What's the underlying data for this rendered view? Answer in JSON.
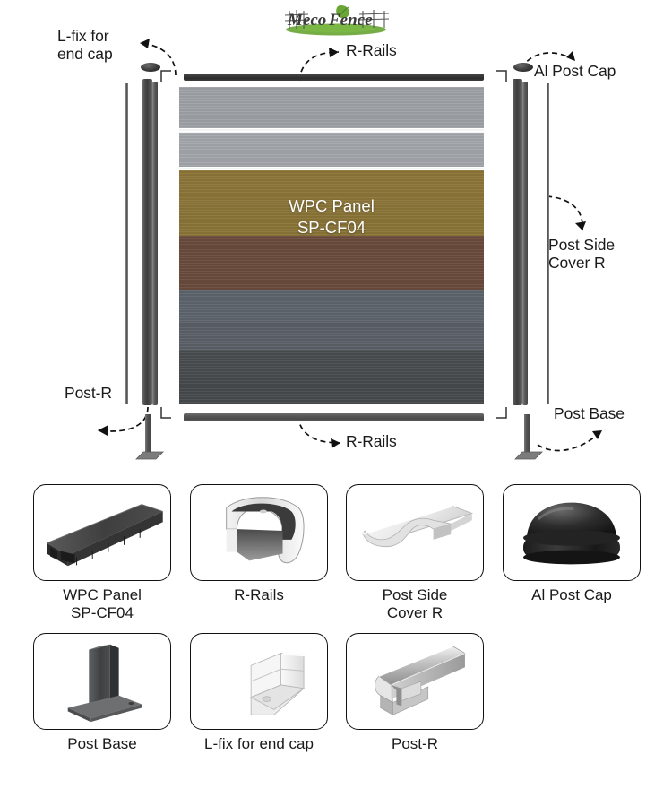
{
  "brand": {
    "name": "MecoFence",
    "part_meco": "Meco",
    "part_fence": "Fence",
    "leaf_color": "#6aa637",
    "grass_color": "#6aa637",
    "text_color": "#2f2f2f"
  },
  "diagram": {
    "labels": [
      {
        "id": "l-fix-for-end-cap",
        "text": "L-fix for\nend cap"
      },
      {
        "id": "r-rails-top",
        "text": "R-Rails"
      },
      {
        "id": "al-post-cap",
        "text": "Al Post Cap"
      },
      {
        "id": "post-side-cover-r",
        "text": "Post Side\nCover R"
      },
      {
        "id": "post-r",
        "text": "Post-R"
      },
      {
        "id": "r-rails-bottom",
        "text": "R-Rails"
      },
      {
        "id": "post-base",
        "text": "Post Base"
      }
    ],
    "panel": {
      "caption_line1": "WPC Panel",
      "caption_line2": "SP-CF04",
      "caption_color": "#ffffff",
      "bands": [
        {
          "name": "light-grey-upper",
          "color": "#9ea2a6",
          "height": 46
        },
        {
          "name": "gap-1",
          "color": "#ffffff",
          "height": 5
        },
        {
          "name": "light-grey-lower",
          "color": "#a3a7ac",
          "height": 38
        },
        {
          "name": "gap-2",
          "color": "#ffffff",
          "height": 4
        },
        {
          "name": "gold-upper",
          "color": "#8d7538",
          "height": 35
        },
        {
          "name": "gold-lower",
          "color": "#8a7437",
          "height": 38
        },
        {
          "name": "brown",
          "color": "#6a4b3c",
          "height": 61
        },
        {
          "name": "blue-grey-upper",
          "color": "#5d646c",
          "height": 35
        },
        {
          "name": "blue-grey-lower",
          "color": "#5b6068",
          "height": 31
        },
        {
          "name": "dark-grey-upper",
          "color": "#494c4e",
          "height": 31
        },
        {
          "name": "dark-grey-lower",
          "color": "#474a4c",
          "height": 37
        }
      ]
    },
    "rails": {
      "top_color": "#323232",
      "bottom_color": "#565656"
    },
    "posts": {
      "body_color": "#454545",
      "cap_color": "#2b2b2b",
      "base_color": "#6a6a6a"
    }
  },
  "parts_gallery": {
    "row1": [
      {
        "id": "wpc-panel-sp-cf04",
        "icon": "wpc-panel-icon",
        "label": "WPC Panel\nSP-CF04"
      },
      {
        "id": "r-rails",
        "icon": "r-rails-icon",
        "label": "R-Rails"
      },
      {
        "id": "post-side-cover-r",
        "icon": "post-side-cover-icon",
        "label": "Post Side\nCover R"
      },
      {
        "id": "al-post-cap",
        "icon": "al-post-cap-icon",
        "label": "Al Post Cap"
      }
    ],
    "row2": [
      {
        "id": "post-base",
        "icon": "post-base-icon",
        "label": "Post Base"
      },
      {
        "id": "l-fix-for-end-cap",
        "icon": "l-fix-icon",
        "label": "L-fix for end cap"
      },
      {
        "id": "post-r",
        "icon": "post-r-icon",
        "label": "Post-R"
      }
    ]
  }
}
